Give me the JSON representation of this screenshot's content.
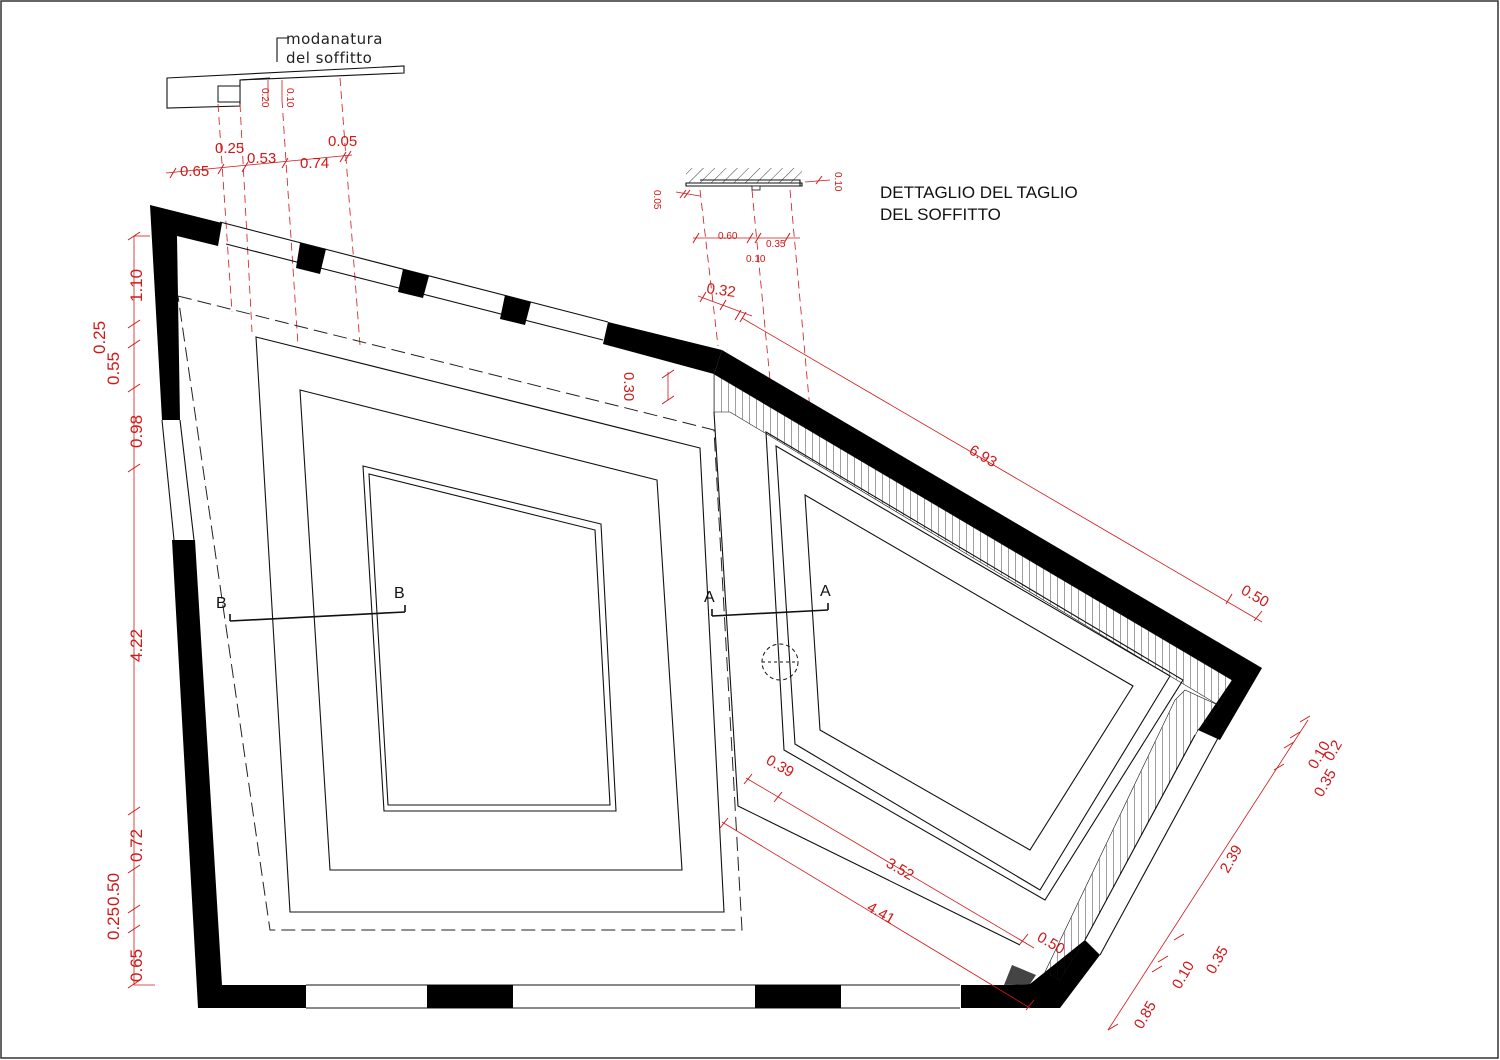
{
  "title": {
    "line1": "DETTAGLIO DEL TAGLIO",
    "line2": "DEL SOFFITTO"
  },
  "molding_label": {
    "line1": "modanatura",
    "line2": "del  soffitto"
  },
  "molding_dims": {
    "d020": "0.20",
    "d010": "0.10"
  },
  "top_dims": {
    "d065": "0.65",
    "d025": "0.25",
    "d053": "0.53",
    "d074": "0.74",
    "d005": "0.05"
  },
  "detail_dims": {
    "d005": "0.05",
    "d010_right": "0.10",
    "d060": "0.60",
    "d035": "0.35",
    "d010_bottom": "0.10"
  },
  "left_dims": {
    "d110": "1.10",
    "d025": "0.25",
    "d055": "0.55",
    "d098": "0.98",
    "d422": "4.22",
    "d072": "0.72",
    "d050": "0.50",
    "d025b": "0.25",
    "d065": "0.65"
  },
  "right_dims": {
    "d032": "0.32",
    "d030": "0.30",
    "d693": "6.93",
    "d050_top": "0.50",
    "d010": "0.10",
    "d035_top": "0.35",
    "d02": "0.2",
    "d239": "2.39",
    "d085": "0.85",
    "d010b": "0.10",
    "d035b": "0.35",
    "d039": "0.39",
    "d352": "3.52",
    "d441": "4.41",
    "d050_bottom": "0.50"
  },
  "sections": {
    "b_left": "B",
    "b_right": "B",
    "a_left": "A",
    "a_right": "A"
  }
}
